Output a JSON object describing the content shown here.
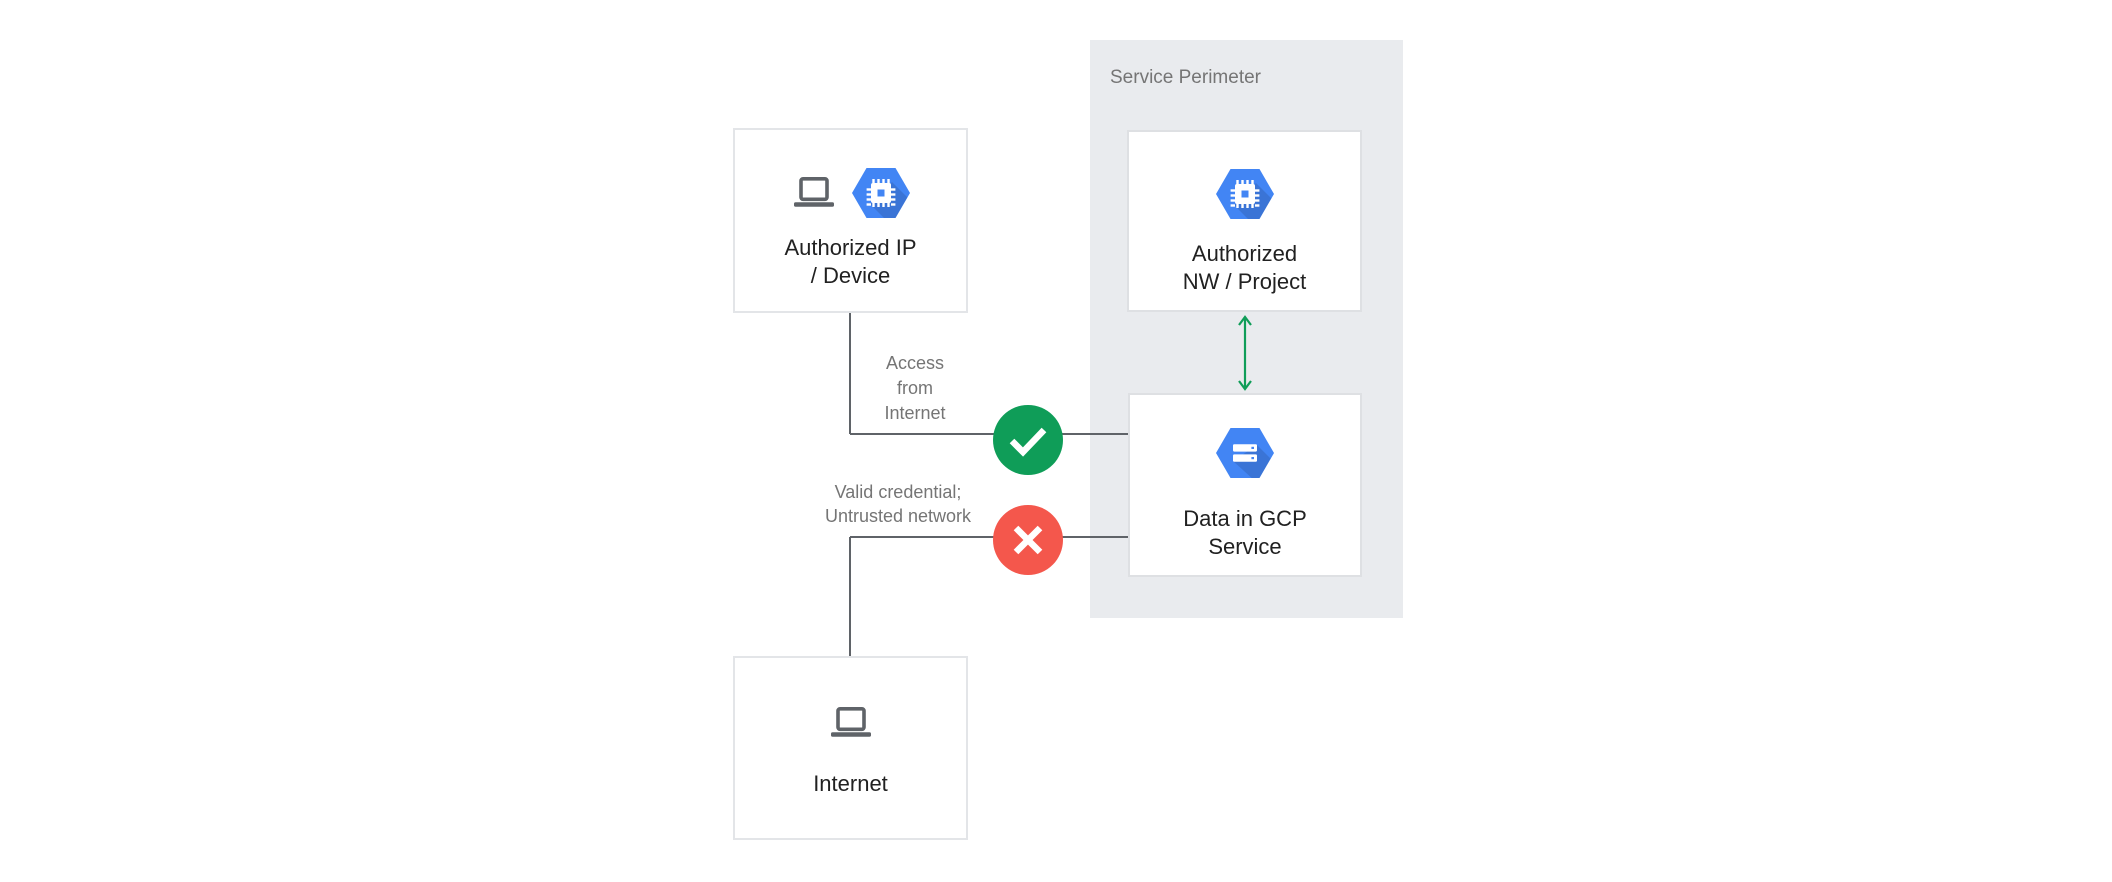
{
  "perimeter": {
    "label": "Service Perimeter"
  },
  "nodes": {
    "authorized_ip_device": {
      "line1": "Authorized IP",
      "line2": "/ Device"
    },
    "authorized_nw_project": {
      "line1": "Authorized",
      "line2": "NW / Project"
    },
    "data_in_gcp_service": {
      "line1": "Data in GCP",
      "line2": "Service"
    },
    "internet": {
      "line1": "Internet"
    }
  },
  "edges": {
    "access_from_internet": {
      "line1": "Access",
      "line2": "from",
      "line3": "Internet",
      "status": "allowed"
    },
    "valid_credential_untrusted": {
      "line1": "Valid credential;",
      "line2": "Untrusted network",
      "status": "denied"
    }
  },
  "icons": {
    "laptop": "laptop-icon",
    "compute_hexagon": "compute-engine-hexagon-icon",
    "storage_hexagon": "cloud-storage-hexagon-icon",
    "allowed": "check-icon",
    "denied": "x-icon",
    "bidirectional": "double-arrow-icon"
  },
  "colors": {
    "hexagon_blue": "#4285F4",
    "success_green": "#0F9D58",
    "error_red": "#F4574C",
    "perimeter_bg": "#E9EBEE",
    "connector_gray": "#5F6368",
    "label_gray": "#757575",
    "node_text": "#212121",
    "node_border": "#E3E5E8"
  }
}
